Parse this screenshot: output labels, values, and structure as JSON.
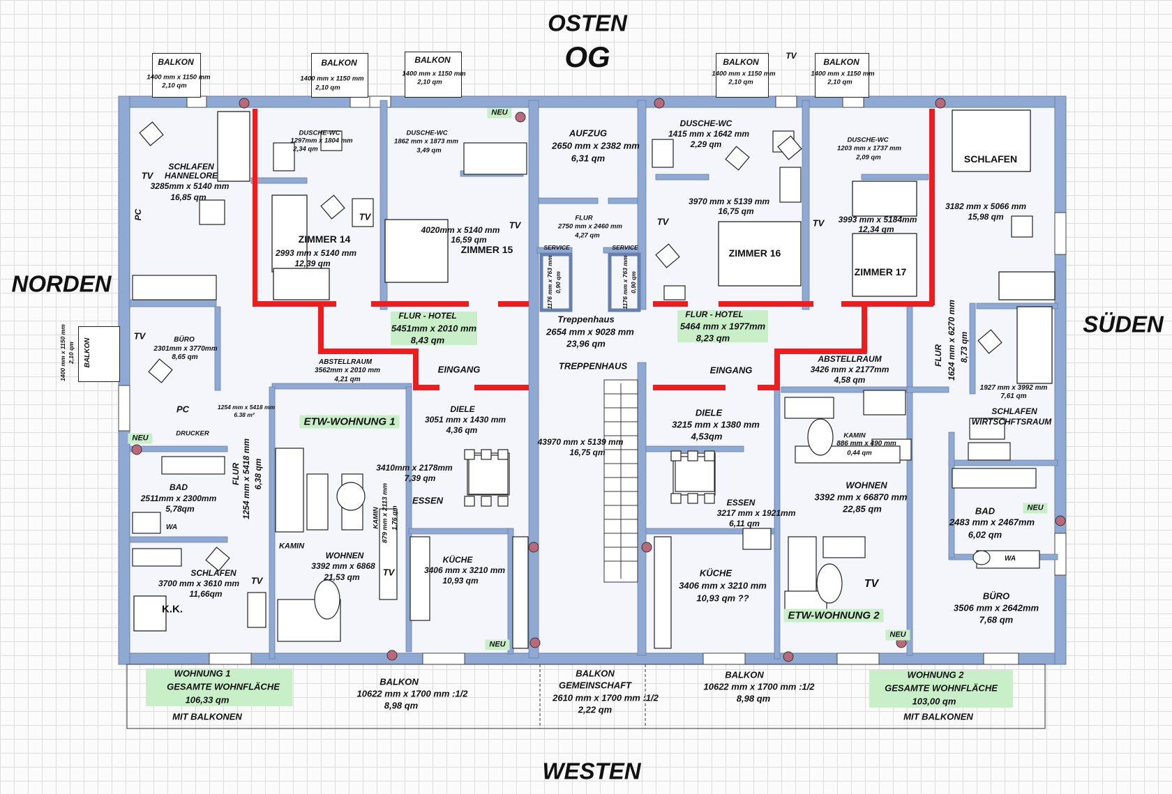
{
  "header": {
    "east": "OSTEN",
    "floor": "OG",
    "west": "WESTEN",
    "north": "NORDEN",
    "south": "SÜDEN"
  },
  "balconies_top": [
    {
      "label": "BALKON",
      "dims": "1400 mm x 1150 mm",
      "area": "2,10 qm"
    },
    {
      "label": "BALKON",
      "dims": "1400 mm x 1150 mm",
      "area": "2,10 qm"
    },
    {
      "label": "BALKON",
      "dims": "1400 mm x 1150 mm",
      "area": "2,10 qm"
    },
    {
      "label": "BALKON",
      "dims": "1400 mm x 1150 mm",
      "area": "2,10 qm"
    },
    {
      "label": "BALKON",
      "dims": "1400 mm x 1150 mm",
      "area": "2,10 qm"
    }
  ],
  "balcony_left": {
    "label": "BALKON",
    "dims": "1400 mm x 1150 mm",
    "area": "2,10 qm"
  },
  "tv": "TV",
  "pc": "PC",
  "wa": "WA",
  "neu": "NEU",
  "rooms": {
    "schlafen_hannelore": {
      "name1": "SCHLAFEN",
      "name2": "HANNELORE",
      "dims": "3285mm x 5140 mm",
      "area": "16,85 qm"
    },
    "dusche_wc_1": {
      "name": "DUSCHE-WC",
      "dims": "1297mm x 1804 mm",
      "area": "2,34 qm"
    },
    "zimmer14": {
      "name": "ZIMMER 14",
      "dims": "2993 mm x 5140 mm",
      "area": "12,39 qm"
    },
    "dusche_wc_2": {
      "name": "DUSCHE-WC",
      "dims": "1862 mm x 1873 mm",
      "area": "3,49 qm"
    },
    "zimmer15": {
      "name": "ZIMMER 15",
      "dims": "4020mm x 5140 mm",
      "area": "16,59 qm"
    },
    "aufzug": {
      "name": "AUFZUG",
      "dims": "2650 mm x 2382 mm",
      "area": "6,31 qm"
    },
    "flur_mid": {
      "name": "FLUR",
      "dims": "2750 mm x 2460 mm",
      "area": "4,27 qm"
    },
    "service": {
      "name": "SERVICE",
      "dims": "1176 mm x 763 mm",
      "area": "0,90 qm"
    },
    "dusche_wc_3": {
      "name": "DUSCHE-WC",
      "dims": "1415 mm x 1642 mm",
      "area": "2,29 qm"
    },
    "zimmer16": {
      "name": "ZIMMER 16",
      "dims": "3970 mm x 5139 mm",
      "area": "16,75 qm"
    },
    "dusche_wc_4": {
      "name": "DUSCHE-WC",
      "dims": "1203 mm x 1737 mm",
      "area": "2,09 qm"
    },
    "zimmer17": {
      "name": "ZIMMER 17",
      "dims": "3993 mm x 5184mm",
      "area": "12,34 qm"
    },
    "schlafen_r": {
      "name": "SCHLAFEN",
      "dims": "3182 mm x 5066 mm",
      "area": "15,98 qm"
    },
    "flur_hotel_1": {
      "name": "FLUR - HOTEL",
      "dims": "5451mm x 2010 mm",
      "area": "8,43 qm"
    },
    "treppenhaus_top": {
      "name": "Treppenhaus",
      "dims": "2654 mm x 9028 mm",
      "area": "23,96 qm"
    },
    "flur_hotel_2": {
      "name": "FLUR - HOTEL",
      "dims": "5464 mm x 1977mm",
      "area": "8,23 qm"
    },
    "buero_l": {
      "name": "BÜRO",
      "dims": "2301mm x 3770mm",
      "area": "8,65 qm"
    },
    "abstell_1": {
      "name": "ABSTELLRAUM",
      "dims": "3562mm x 2010 mm",
      "area": "4,21 qm"
    },
    "eingang": "EINGANG",
    "treppenhaus": {
      "name": "TREPPENHAUS",
      "dims": "43970 mm x 5139 mm",
      "area": "16,75 qm"
    },
    "abstell_2": {
      "name": "ABSTELLRAUM",
      "dims": "3426 mm x 2177mm",
      "area": "4,58 qm"
    },
    "flur_r": {
      "name": "FLUR",
      "dims": "1624 mm x 6270 mm",
      "area": "8,73 qm"
    },
    "flur_small": {
      "dims": "1254 mm x 5418 mm",
      "area": "6.38 m²"
    },
    "drucker": "DRUCKER",
    "etw1": "ETW-WOHNUNG  1",
    "diele_1": {
      "name": "DIELE",
      "dims": "3051 mm x 1430 mm",
      "area": "4,36 qm"
    },
    "diele_2": {
      "name": "DIELE",
      "dims": "3215 mm x 1380 mm",
      "area": "4,53qm"
    },
    "kamin_r": {
      "name": "KAMIN",
      "dims": "886 mm x 490 mm",
      "area": "0,44 qm"
    },
    "schlafen_wirt": {
      "name1": "SCHLAFEN",
      "name2": "WIRTSCHFTSRAUM",
      "dims": "1927 mm x 3992 mm",
      "area": "7,61 qm"
    },
    "flur_l": {
      "name": "FLUR",
      "dims": "1254 mm x 5418 mm",
      "area": "6,38 qm"
    },
    "bad_l": {
      "name": "BAD",
      "dims": "2511mm x 2300mm",
      "area": "5,78qm"
    },
    "essen_1": {
      "name": "ESSEN",
      "dims": "3410mm x 2178mm",
      "area": "7,39 qm"
    },
    "kamin_l": {
      "name": "KAMIN",
      "dims": "879 mm x 2113 mm",
      "area": "1,76 qm"
    },
    "kamin_word": "KAMIN",
    "wohnen_1": {
      "name": "WOHNEN",
      "dims": "3392 mm x 6868",
      "area": "21,53 qm"
    },
    "kueche_1": {
      "name": "KÜCHE",
      "dims": "3406 mm x 3210 mm",
      "area": "10,93 qm"
    },
    "essen_2": {
      "name": "ESSEN",
      "dims": "3217 mm x 1921mm",
      "area": "6,11 qm"
    },
    "kueche_2": {
      "name": "KÜCHE",
      "dims": "3406 mm x 3210 mm",
      "area": "10,93 qm ??"
    },
    "wohnen_2": {
      "name": "WOHNEN",
      "dims": "3392 mm x 66870 mm",
      "area": "22,85 qm"
    },
    "bad_r": {
      "name": "BAD",
      "dims": "2483 mm x 2467mm",
      "area": "6,02 qm"
    },
    "buero_r": {
      "name": "BÜRO",
      "dims": "3506 mm x 2642mm",
      "area": "7,68 qm"
    },
    "schlafen_l": {
      "name": "SCHLAFEN",
      "dims": "3700 mm x 3610 mm",
      "area": "11,66qm"
    },
    "kk": "K.K.",
    "etw2": "ETW-WOHNUNG  2"
  },
  "bottom": {
    "w1_title": "WOHNUNG 1",
    "w1_sub": "GESAMTE WOHNFLÄCHE",
    "w1_area": "106,33 qm",
    "w1_note": "MIT BALKONEN",
    "balkon_1": {
      "name": "BALKON",
      "dims": "10622 mm x 1700 mm  :1/2",
      "area": "8,98 qm"
    },
    "balkon_gem": {
      "name1": "BALKON",
      "name2": "GEMEINSCHAFT",
      "dims": "2610 mm x 1700 mm  :1/2",
      "area": "2,22 qm"
    },
    "balkon_2": {
      "name": "BALKON",
      "dims": "10622 mm x 1700 mm  :1/2",
      "area": "8,98 qm"
    },
    "w2_title": "WOHNUNG 2",
    "w2_sub": "GESAMTE WOHNFLÄCHE",
    "w2_area": "103,00 qm",
    "w2_note": "MIT BALKONEN"
  },
  "colors": {
    "wall": "#8fa9d3",
    "wall_edge": "#6680ad",
    "red_wall": "#ee1c1c",
    "highlight": "#c9efc9",
    "pillar": "#b86a7a"
  }
}
